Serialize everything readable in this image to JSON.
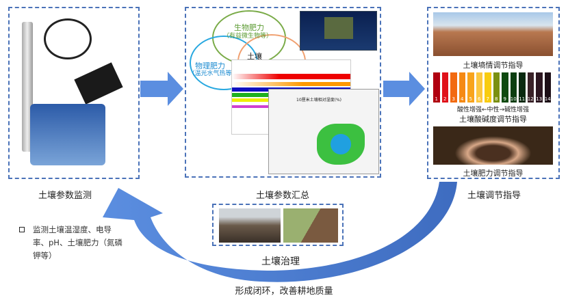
{
  "left_panel": {
    "title": "土壤参数监测",
    "bullet": "监测土壤温湿度、电导率、pH、土壤肥力（氮磷钾等）"
  },
  "middle_panel": {
    "title": "土壤参数汇总",
    "venn": {
      "bio": "生物肥力",
      "bio_sub": "（有益微生物等）",
      "phys": "物理肥力",
      "phys_sub": "（温光水气热等",
      "soil": "土壤"
    },
    "map_title": "10厘米土壤相对湿度(%)"
  },
  "right_panel": {
    "title": "土壤调节指导",
    "moisture": "土壤墒情调节指导",
    "ph_caption": "酸性增强←中性→碱性增强",
    "ph_title": "土壤酸碱度调节指导",
    "fertility": "土壤肥力调节指导",
    "ph_scale": [
      {
        "n": "1",
        "c": "#b00010"
      },
      {
        "n": "2",
        "c": "#e0121a"
      },
      {
        "n": "3",
        "c": "#f26a10"
      },
      {
        "n": "4",
        "c": "#f58a14"
      },
      {
        "n": "5",
        "c": "#f8a41c"
      },
      {
        "n": "6",
        "c": "#fcc840"
      },
      {
        "n": "7",
        "c": "#f8cc10"
      },
      {
        "n": "8",
        "c": "#7a9010"
      },
      {
        "n": "9",
        "c": "#0f4a10"
      },
      {
        "n": "10",
        "c": "#0c3e10"
      },
      {
        "n": "11",
        "c": "#0a2a10"
      },
      {
        "n": "12",
        "c": "#3a2228"
      },
      {
        "n": "13",
        "c": "#2c1620"
      },
      {
        "n": "14",
        "c": "#1c0e16"
      }
    ]
  },
  "bottom_panel": {
    "title": "土壤治理"
  },
  "footer": "形成闭环，改善耕地质量",
  "colors": {
    "dash": "#4a72b8",
    "arrow": "#4f81d6"
  }
}
